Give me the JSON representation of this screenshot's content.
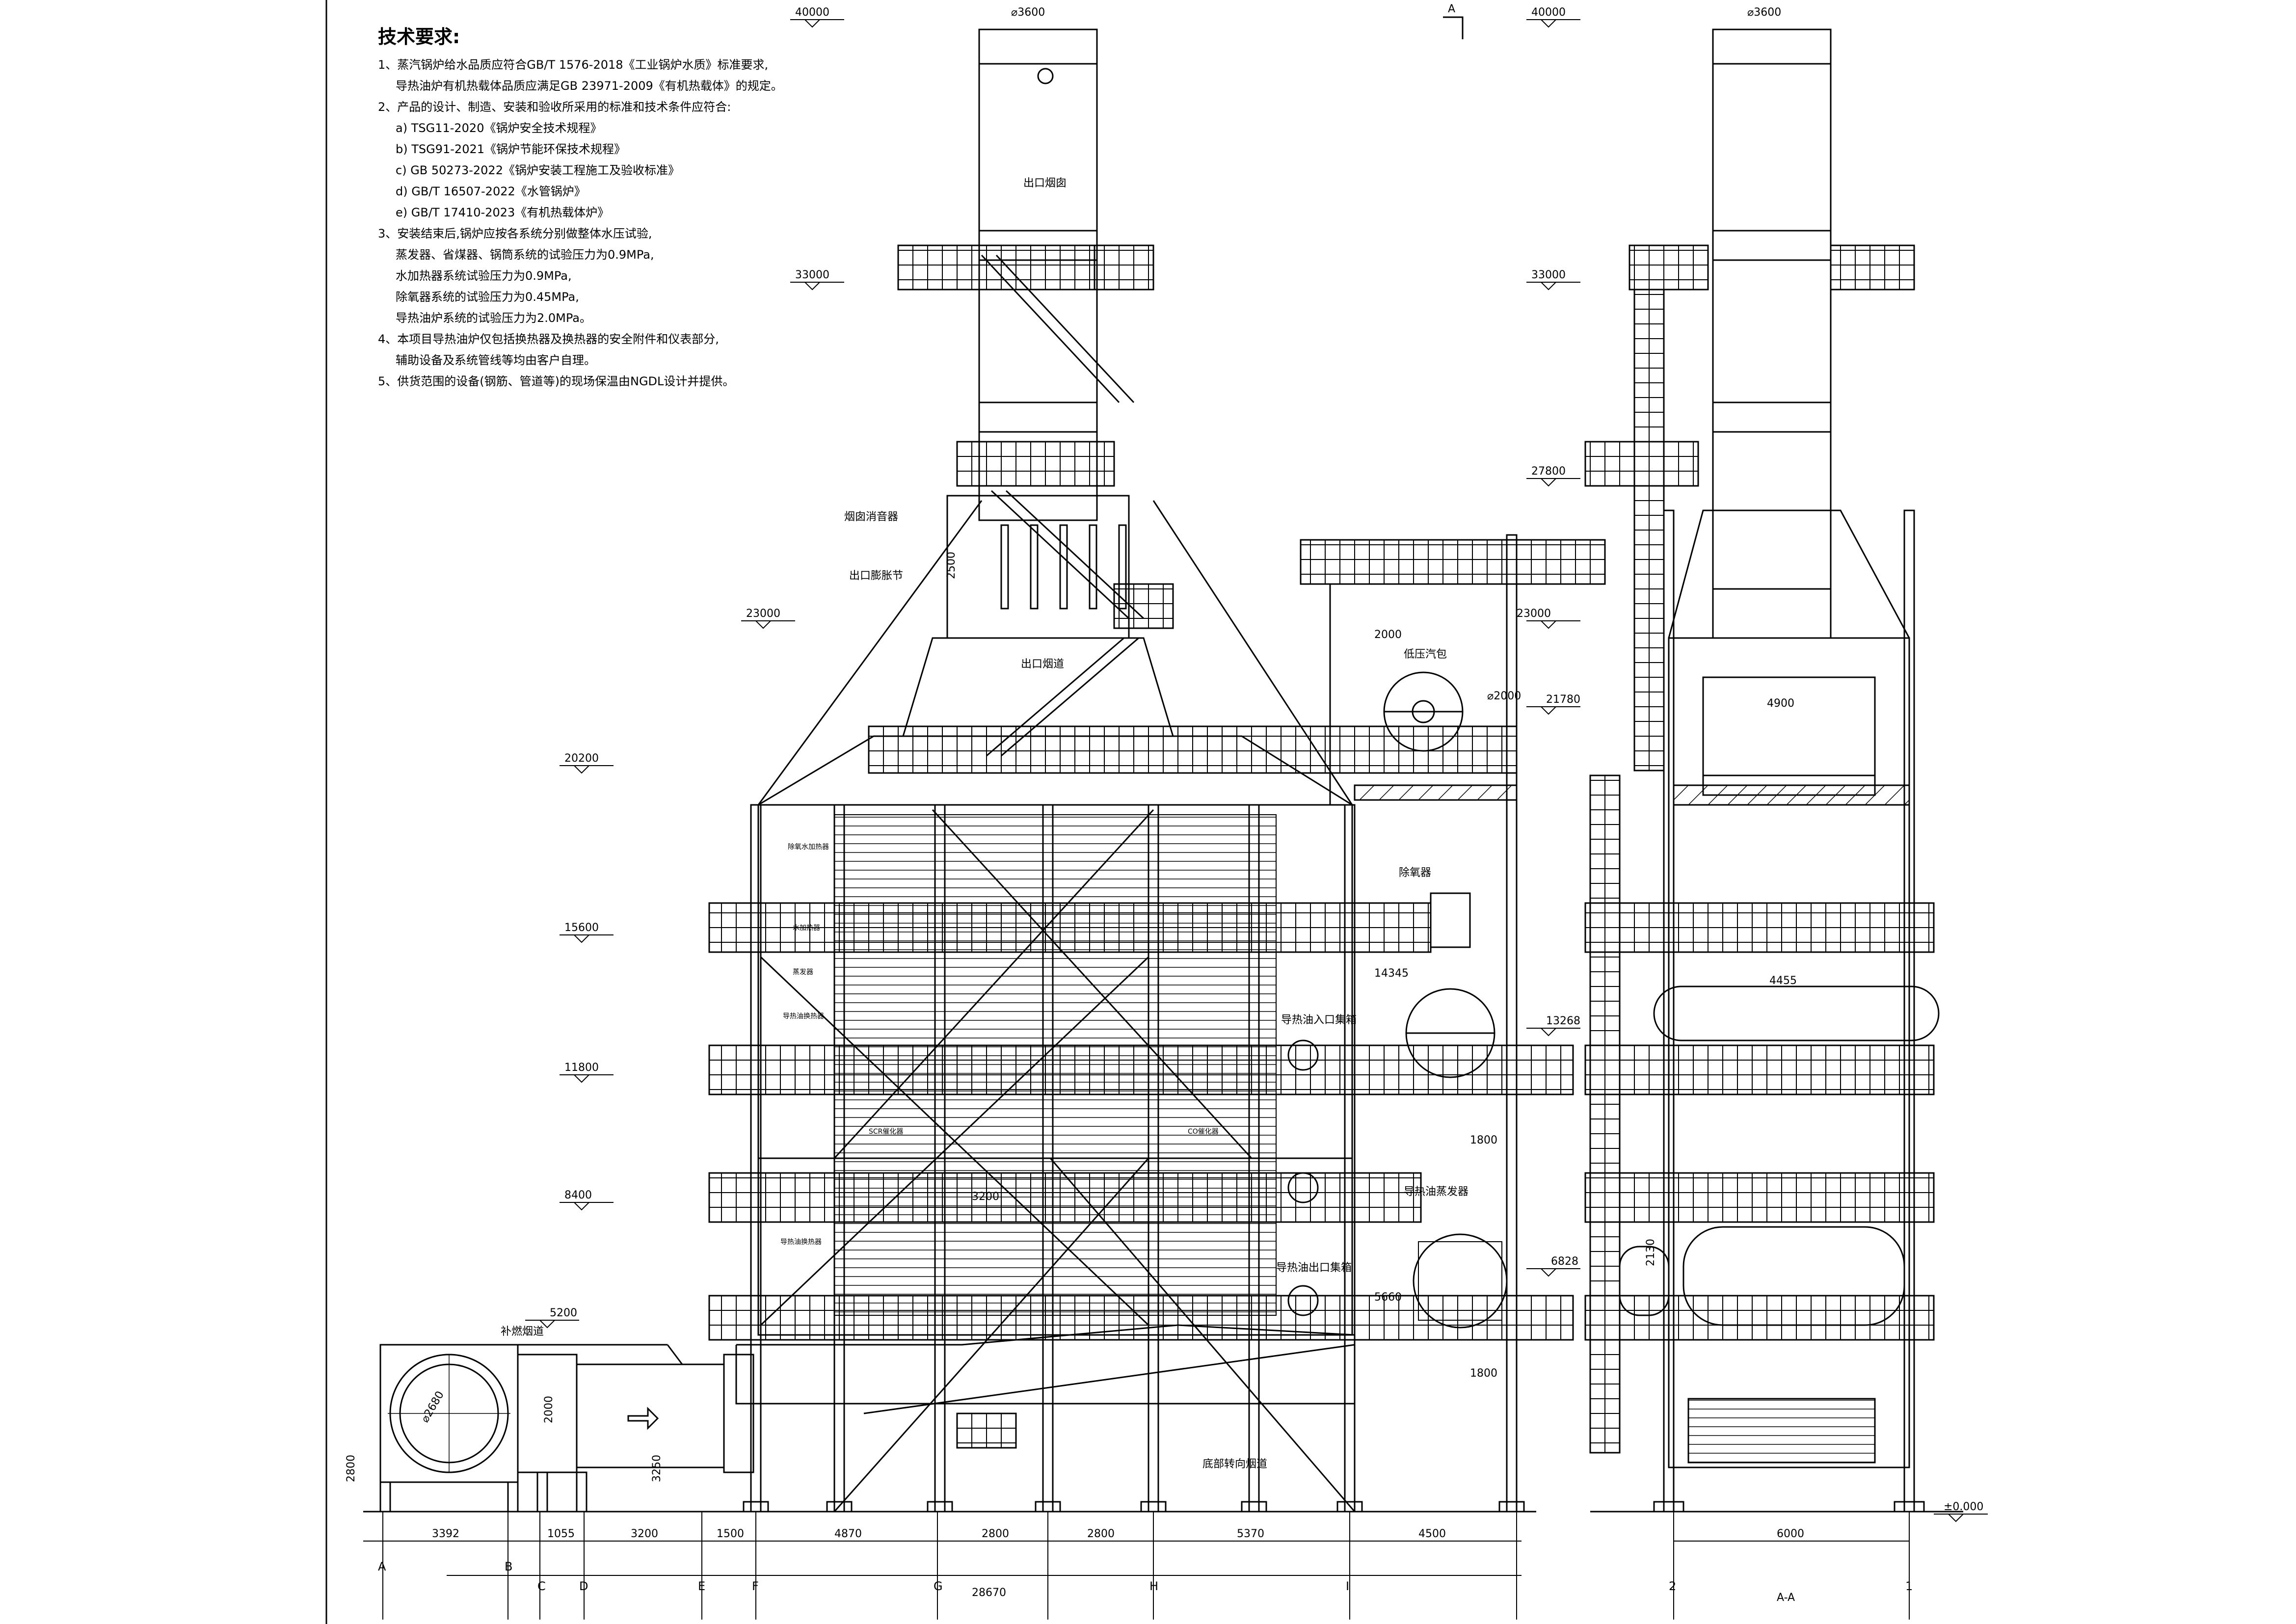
{
  "notes": {
    "title": "技术要求:",
    "lines": [
      "1、蒸汽锅炉给水品质应符合GB/T 1576-2018《工业锅炉水质》标准要求,",
      "导热油炉有机热载体品质应满足GB 23971-2009《有机热载体》的规定。",
      "2、产品的设计、制造、安装和验收所采用的标准和技术条件应符合:",
      "a) TSG11-2020《锅炉安全技术规程》",
      "b) TSG91-2021《锅炉节能环保技术规程》",
      "c) GB 50273-2022《锅炉安装工程施工及验收标准》",
      "d) GB/T 16507-2022《水管锅炉》",
      "e) GB/T 17410-2023《有机热载体炉》",
      "3、安装结束后,锅炉应按各系统分别做整体水压试验,",
      "蒸发器、省煤器、锅筒系统的试验压力为0.9MPa,",
      "水加热器系统试验压力为0.9MPa,",
      "除氧器系统的试验压力为0.45MPa,",
      "导热油炉系统的试验压力为2.0MPa。",
      "4、本项目导热油炉仅包括换热器及换热器的安全附件和仪表部分,",
      "辅助设备及系统管线等均由客户自理。",
      "5、供货范围的设备(钢筋、管道等)的现场保温由NGDL设计并提供。"
    ]
  },
  "elevations_front": [
    "40000",
    "33000",
    "23000",
    "20200",
    "15600",
    "11800",
    "8400",
    "5200"
  ],
  "elevations_side": [
    "40000",
    "33000",
    "27800",
    "23000",
    "21780",
    "13268",
    "6828",
    "±0.000"
  ],
  "elev_mid": [
    "14345",
    "5660"
  ],
  "labels": {
    "stack_diam": "⌀3600",
    "stack_diam_side": "⌀3600",
    "outlet_stack": "出口烟囱",
    "silencer": "烟囱消音器",
    "expansion": "出口膨胀节",
    "outlet_duct": "出口烟道",
    "lp_drum": "低压汽包",
    "drum_dim": "2000",
    "drum_diam": "⌀2000",
    "deaerator": "除氧器",
    "oil_inlet": "导热油入口集箱",
    "oil_evap": "导热油蒸发器",
    "oil_outlet": "导热油出口集箱",
    "aux_duct": "补燃烟道",
    "bottom_duct": "底部转向烟道",
    "stack_h": "2500",
    "duct_diam": "⌀2680",
    "duct_h": "2000",
    "duct_h2": "3250",
    "base_h": "2800",
    "dim_1800a": "1800",
    "dim_1800b": "1800",
    "dim_3200": "3200",
    "side_4900": "4900",
    "side_4455": "4455",
    "side_2130": "2130",
    "section_mark": "A",
    "section_name": "A-A"
  },
  "section_labels": [
    "除氧水加热器",
    "水加热器",
    "蒸发器",
    "导热油换热器",
    "SCR催化器",
    "CO催化器",
    "导热油换热器"
  ],
  "front_dims": [
    "3392",
    "1055",
    "3200",
    "1500",
    "4870",
    "2800",
    "2800",
    "5370",
    "4500"
  ],
  "front_total": "28670",
  "front_axes": [
    "A",
    "B",
    "C",
    "D",
    "E",
    "F",
    "G",
    "H",
    "I"
  ],
  "side_dim": "6000",
  "side_axes": [
    "2",
    "1"
  ]
}
